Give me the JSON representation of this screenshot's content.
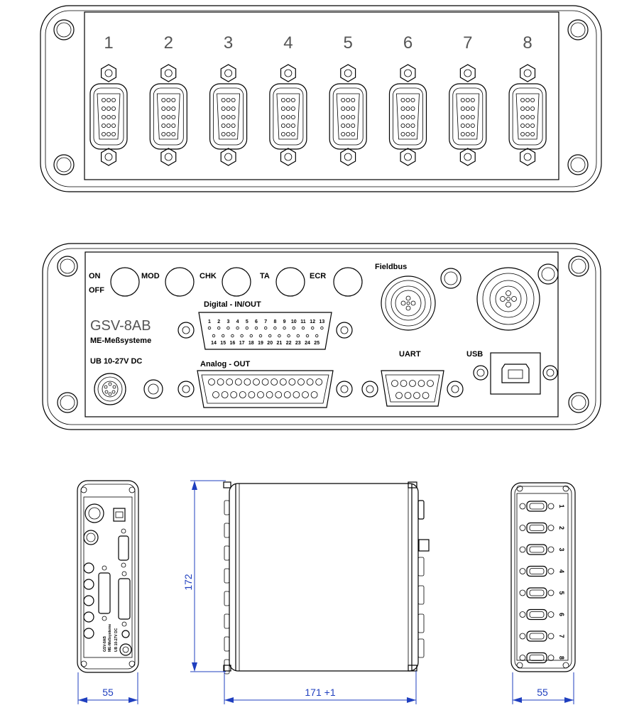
{
  "top_view": {
    "channels": [
      "1",
      "2",
      "3",
      "4",
      "5",
      "6",
      "7",
      "8"
    ]
  },
  "front_view": {
    "buttons": [
      {
        "label": "ON"
      },
      {
        "label": "MOD"
      },
      {
        "label": "CHK"
      },
      {
        "label": "TA"
      },
      {
        "label": "ECR"
      }
    ],
    "off_label": "OFF",
    "fieldbus_label": "Fieldbus",
    "digital_label": "Digital - IN/OUT",
    "digital_pins_top": [
      "1",
      "2",
      "3",
      "4",
      "5",
      "6",
      "7",
      "8",
      "9",
      "10",
      "11",
      "12",
      "13"
    ],
    "digital_pins_bottom": [
      "14",
      "15",
      "16",
      "17",
      "18",
      "19",
      "20",
      "21",
      "22",
      "23",
      "24",
      "25"
    ],
    "brand": "GSV-8AB",
    "company": "ME-Meßsysteme",
    "power_label": "UB 10-27V DC",
    "analog_label": "Analog - OUT",
    "uart_label": "UART",
    "usb_label": "USB"
  },
  "dimensions": {
    "height": "172",
    "length": "171 +1",
    "width_left": "55",
    "width_right": "55"
  }
}
